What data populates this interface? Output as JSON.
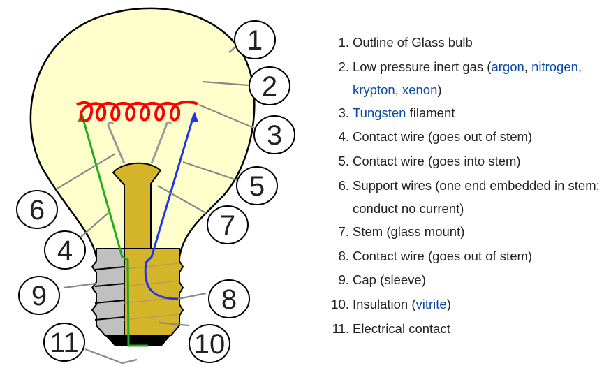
{
  "diagram": {
    "title": "Incandescent light bulb",
    "labels": [
      "1",
      "2",
      "3",
      "4",
      "5",
      "6",
      "7",
      "8",
      "9",
      "10",
      "11"
    ],
    "colors": {
      "glass": "#ffffcc",
      "filament": "#ff0000",
      "wire_in": "#2233ee",
      "wire_out": "#22aa22",
      "support": "#999999",
      "stem": "#d4b428",
      "cap": "#c0c0c0",
      "contact": "#000000",
      "link": "#0b4aa2"
    }
  },
  "legend": {
    "items": [
      {
        "num": "1.",
        "parts": [
          {
            "text": "Outline of Glass bulb"
          }
        ]
      },
      {
        "num": "2.",
        "parts": [
          {
            "text": "Low pressure inert gas ("
          },
          {
            "text": "argon",
            "link": true
          },
          {
            "text": ", "
          },
          {
            "text": "nitrogen",
            "link": true
          },
          {
            "text": ", "
          },
          {
            "text": "krypton",
            "link": true
          },
          {
            "text": ", "
          },
          {
            "text": "xenon",
            "link": true
          },
          {
            "text": ")"
          }
        ]
      },
      {
        "num": "3.",
        "parts": [
          {
            "text": "Tungsten",
            "link": true
          },
          {
            "text": " filament"
          }
        ]
      },
      {
        "num": "4.",
        "parts": [
          {
            "text": "Contact wire (goes out of stem)"
          }
        ]
      },
      {
        "num": "5.",
        "parts": [
          {
            "text": "Contact wire (goes into stem)"
          }
        ]
      },
      {
        "num": "6.",
        "parts": [
          {
            "text": "Support wires (one end embedded in stem; conduct no current)"
          }
        ]
      },
      {
        "num": "7.",
        "parts": [
          {
            "text": "Stem (glass mount)"
          }
        ]
      },
      {
        "num": "8.",
        "parts": [
          {
            "text": "Contact wire (goes out of stem)"
          }
        ]
      },
      {
        "num": "9.",
        "parts": [
          {
            "text": "Cap (sleeve)"
          }
        ]
      },
      {
        "num": "10.",
        "parts": [
          {
            "text": "Insulation ("
          },
          {
            "text": "vitrite",
            "link": true
          },
          {
            "text": ")"
          }
        ]
      },
      {
        "num": "11.",
        "parts": [
          {
            "text": "Electrical contact"
          }
        ]
      }
    ]
  }
}
